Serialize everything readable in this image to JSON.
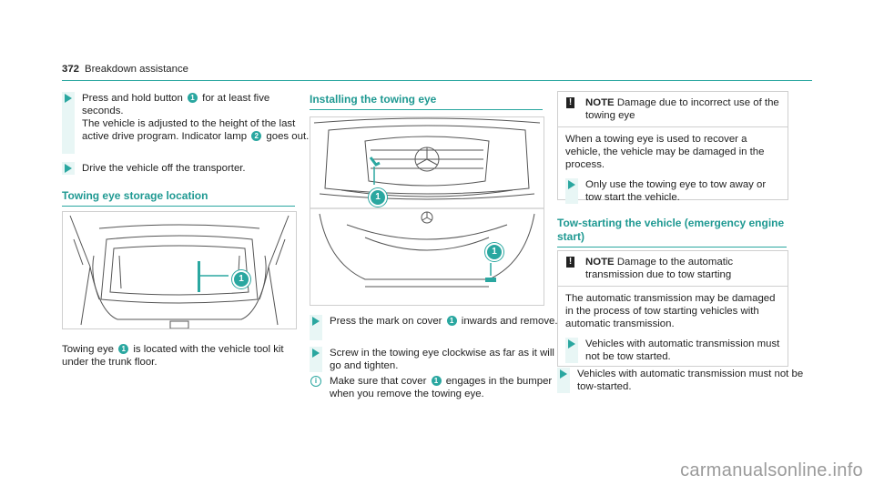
{
  "page": {
    "number": "372",
    "section": "Breakdown assistance"
  },
  "left": {
    "steps": [
      {
        "pre": "Press and hold button",
        "badge": "1",
        "post": "for at least five seconds.",
        "detail": "The vehicle is adjusted to the height of the last active drive program. Indicator lamp",
        "badge2": "2",
        "detail_post": "goes out."
      },
      {
        "text": "Drive the vehicle off the transporter."
      }
    ],
    "heading": "Towing eye storage location",
    "figure_badge": "1",
    "caption_pre": "Towing eye",
    "caption_badge": "1",
    "caption_post": "is located with the vehicle tool kit under the trunk floor."
  },
  "middle": {
    "heading": "Installing the towing eye",
    "figure_badges": [
      "1",
      "1"
    ],
    "step1_pre": "Press the mark on cover",
    "step1_badge": "1",
    "step1_post": "inwards and remove.",
    "step2": "Screw in the towing eye clockwise as far as it will go and tighten.",
    "info_pre": "Make sure that cover",
    "info_badge": "1",
    "info_post": "engages in the bumper when you remove the towing eye.",
    "info_icon": "i"
  },
  "right": {
    "note1": {
      "icon": "!",
      "label": "NOTE",
      "title": "Damage due to incorrect use of the towing eye",
      "body": "When a towing eye is used to recover a vehicle, the vehicle may be damaged in the process.",
      "step": "Only use the towing eye to tow away or tow start the vehicle."
    },
    "heading": "Tow-starting the vehicle (emergency engine start)",
    "note2": {
      "icon": "!",
      "label": "NOTE",
      "title": "Damage to the automatic transmission due to tow starting",
      "body": "The automatic transmission may be damaged in the process of tow starting vehicles with automatic transmission.",
      "step": "Vehicles with automatic transmission must not be tow started."
    },
    "step": "Vehicles with automatic transmission must not be tow-started."
  },
  "watermark": "carmanualsonline.info",
  "colors": {
    "accent": "#2aa7a0",
    "accent_light": "#e8f6f5",
    "text": "#222222"
  }
}
